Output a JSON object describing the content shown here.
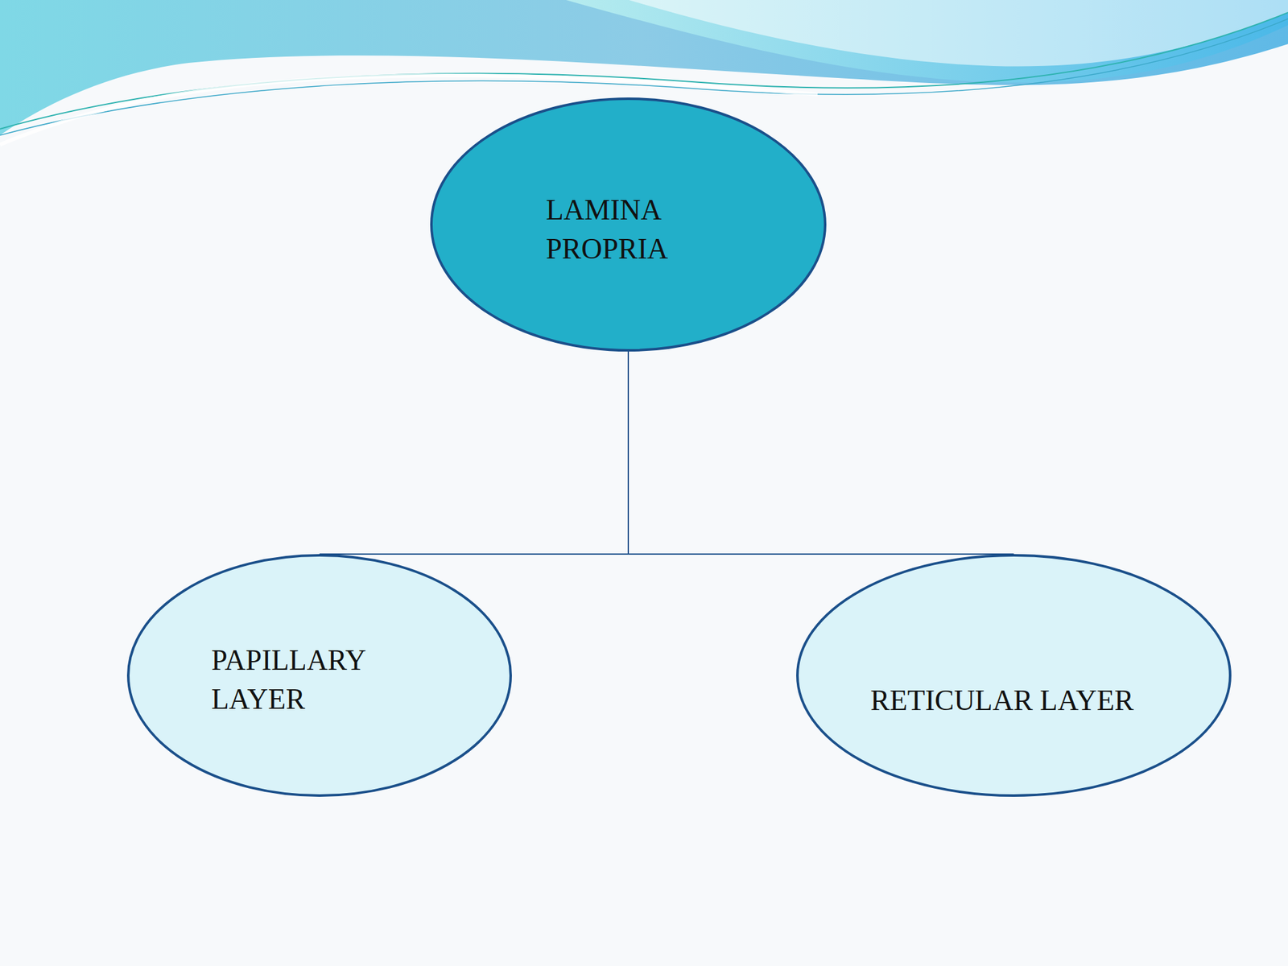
{
  "diagram": {
    "nodes": [
      {
        "text": [
          "LAMINA PROPRIA"
        ]
      },
      {
        "text": [
          "PAPILLARY LAYER"
        ]
      },
      {
        "text": [
          "RETICULAR LAYER"
        ]
      }
    ],
    "edges": [
      {
        "from": 0,
        "to": 1,
        "arrow": "none"
      },
      {
        "from": 0,
        "to": 2,
        "arrow": "none"
      }
    ]
  }
}
